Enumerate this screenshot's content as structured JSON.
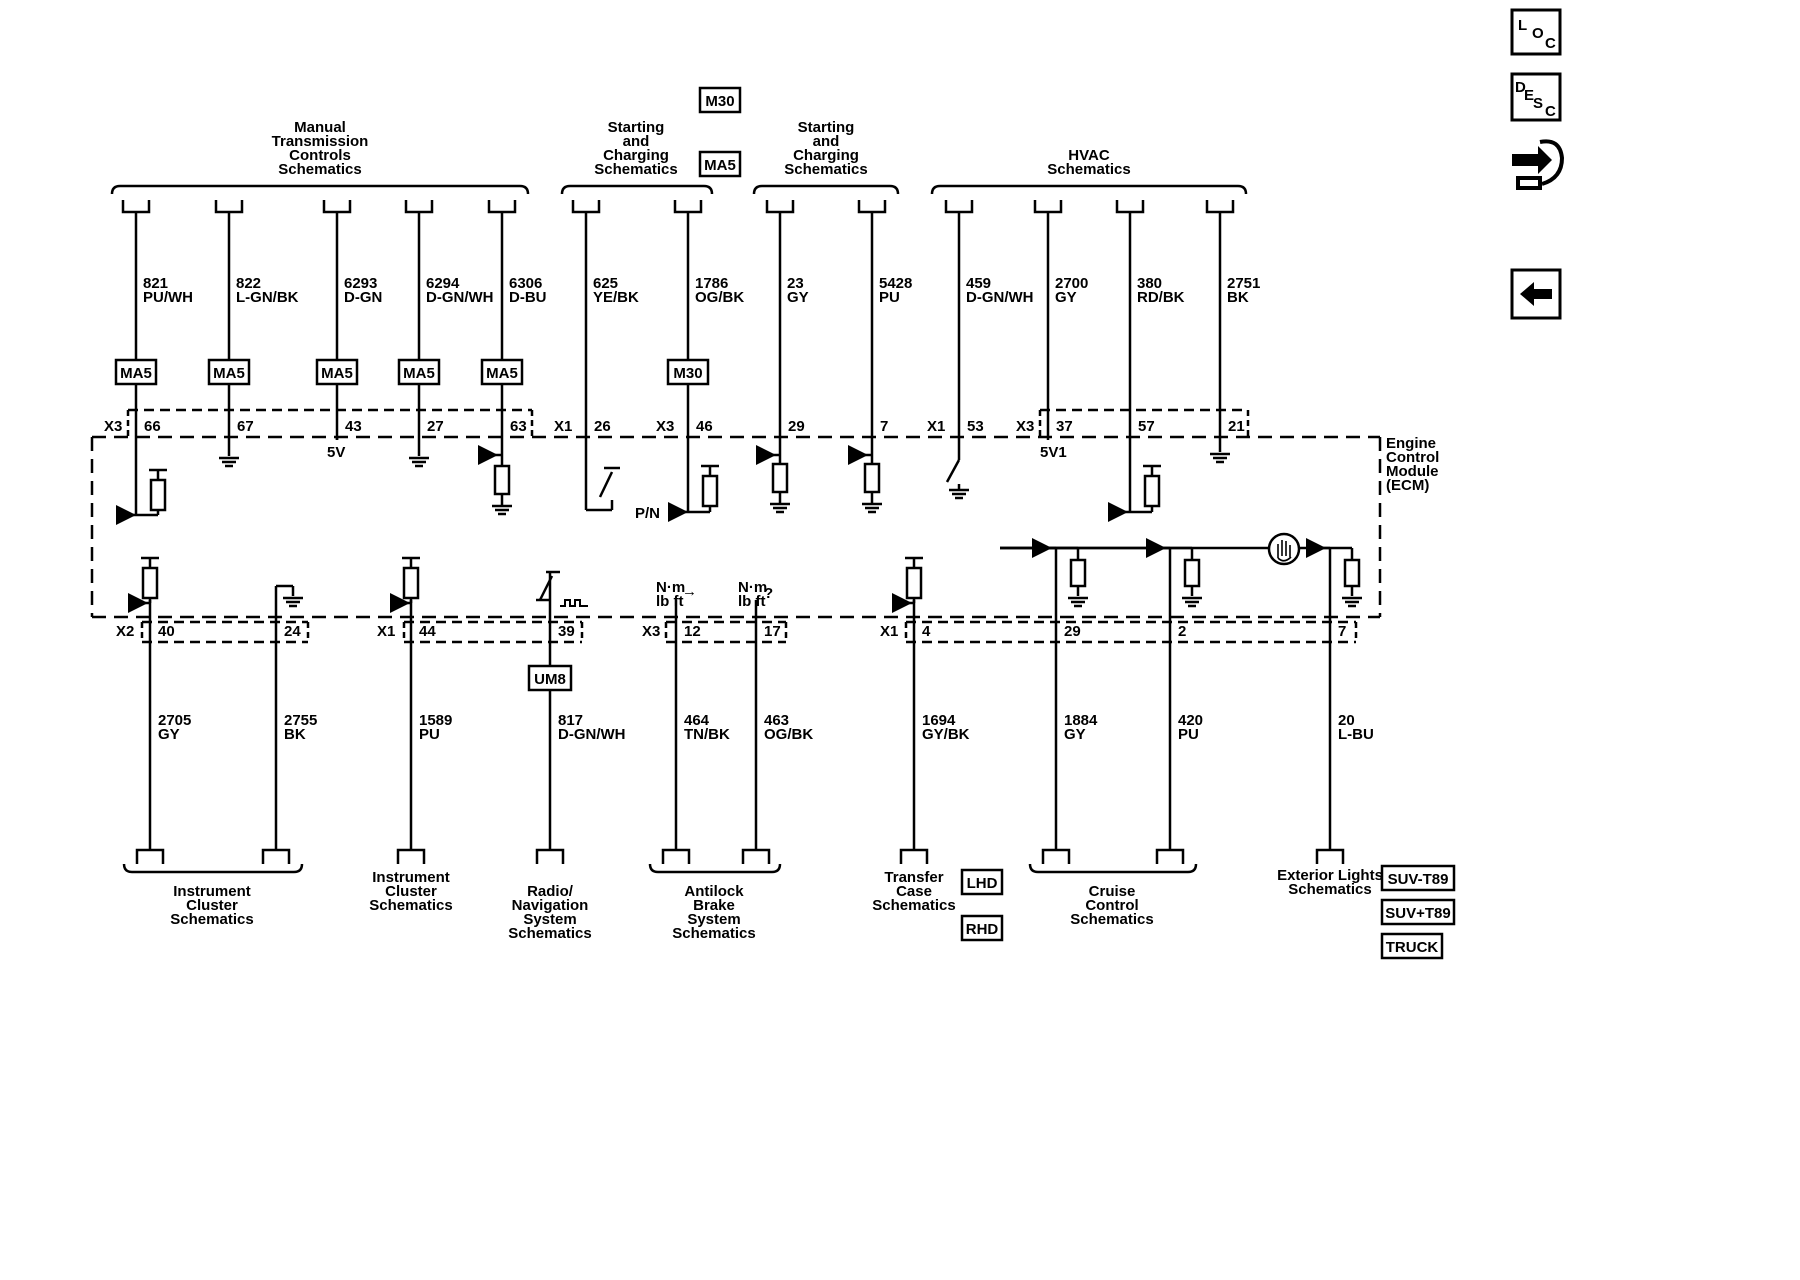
{
  "module": {
    "name_lines": [
      "Engine",
      "Control",
      "Module",
      "(ECM)"
    ]
  },
  "top_groups": [
    {
      "lines": [
        "Manual",
        "Transmission",
        "Controls",
        "Schematics"
      ]
    },
    {
      "lines": [
        "Starting",
        "and",
        "Charging",
        "Schematics"
      ]
    },
    {
      "lines": [
        "Starting",
        "and",
        "Charging",
        "Schematics"
      ]
    },
    {
      "lines": [
        "HVAC",
        "Schematics"
      ]
    }
  ],
  "top_option_boxes": [
    "M30",
    "MA5"
  ],
  "top_circuits": [
    {
      "num": "821",
      "color": "PU/WH",
      "option": "MA5",
      "connector": "X3",
      "pin": "66"
    },
    {
      "num": "822",
      "color": "L-GN/BK",
      "option": "MA5",
      "connector": "",
      "pin": "67"
    },
    {
      "num": "6293",
      "color": "D-GN",
      "option": "MA5",
      "connector": "",
      "pin": "43"
    },
    {
      "num": "6294",
      "color": "D-GN/WH",
      "option": "MA5",
      "connector": "",
      "pin": "27"
    },
    {
      "num": "6306",
      "color": "D-BU",
      "option": "MA5",
      "connector": "",
      "pin": "63"
    },
    {
      "num": "625",
      "color": "YE/BK",
      "option": "",
      "connector": "X1",
      "pin": "26"
    },
    {
      "num": "1786",
      "color": "OG/BK",
      "option": "M30",
      "connector": "X3",
      "pin": "46"
    },
    {
      "num": "23",
      "color": "GY",
      "option": "",
      "connector": "",
      "pin": "29"
    },
    {
      "num": "5428",
      "color": "PU",
      "option": "",
      "connector": "",
      "pin": "7"
    },
    {
      "num": "459",
      "color": "D-GN/WH",
      "option": "",
      "connector": "X1",
      "pin": "53"
    },
    {
      "num": "2700",
      "color": "GY",
      "option": "",
      "connector": "X3",
      "pin": "37"
    },
    {
      "num": "380",
      "color": "RD/BK",
      "option": "",
      "connector": "",
      "pin": "57"
    },
    {
      "num": "2751",
      "color": "BK",
      "option": "",
      "connector": "",
      "pin": "21"
    }
  ],
  "internal_labels": {
    "v5": "5V",
    "v5v1": "5V1",
    "pn": "P/N"
  },
  "torque_labels": [
    {
      "l1": "N·m",
      "l2": "lb ft",
      "sym": "→"
    },
    {
      "l1": "N·m",
      "l2": "lb ft",
      "sym": "?"
    }
  ],
  "bottom_circuits": [
    {
      "num": "2705",
      "color": "GY",
      "connector": "X2",
      "pin": "40",
      "option": ""
    },
    {
      "num": "2755",
      "color": "BK",
      "connector": "",
      "pin": "24",
      "option": ""
    },
    {
      "num": "1589",
      "color": "PU",
      "connector": "X1",
      "pin": "44",
      "option": ""
    },
    {
      "num": "817",
      "color": "D-GN/WH",
      "connector": "",
      "pin": "39",
      "option": "UM8"
    },
    {
      "num": "464",
      "color": "TN/BK",
      "connector": "X3",
      "pin": "12",
      "option": ""
    },
    {
      "num": "463",
      "color": "OG/BK",
      "connector": "",
      "pin": "17",
      "option": ""
    },
    {
      "num": "1694",
      "color": "GY/BK",
      "connector": "X1",
      "pin": "4",
      "option": ""
    },
    {
      "num": "1884",
      "color": "GY",
      "connector": "",
      "pin": "29",
      "option": ""
    },
    {
      "num": "420",
      "color": "PU",
      "connector": "",
      "pin": "2",
      "option": ""
    },
    {
      "num": "20",
      "color": "L-BU",
      "connector": "",
      "pin": "7",
      "option": ""
    }
  ],
  "bottom_groups": [
    {
      "lines": [
        "Instrument",
        "Cluster",
        "Schematics"
      ]
    },
    {
      "lines": [
        "Instrument",
        "Cluster",
        "Schematics"
      ]
    },
    {
      "lines": [
        "Radio/",
        "Navigation",
        "System",
        "Schematics"
      ]
    },
    {
      "lines": [
        "Antilock",
        "Brake",
        "System",
        "Schematics"
      ]
    },
    {
      "lines": [
        "Transfer",
        "Case",
        "Schematics"
      ]
    },
    {
      "lines": [
        "Cruise",
        "Control",
        "Schematics"
      ]
    },
    {
      "lines": [
        "Exterior Lights",
        "Schematics"
      ]
    }
  ],
  "bottom_option_boxes": [
    "LHD",
    "RHD",
    "SUV-T89",
    "SUV+T89",
    "TRUCK"
  ],
  "side_buttons": {
    "loc": [
      "L",
      "O",
      "C"
    ],
    "desc": [
      "D",
      "E",
      "S",
      "C"
    ]
  }
}
